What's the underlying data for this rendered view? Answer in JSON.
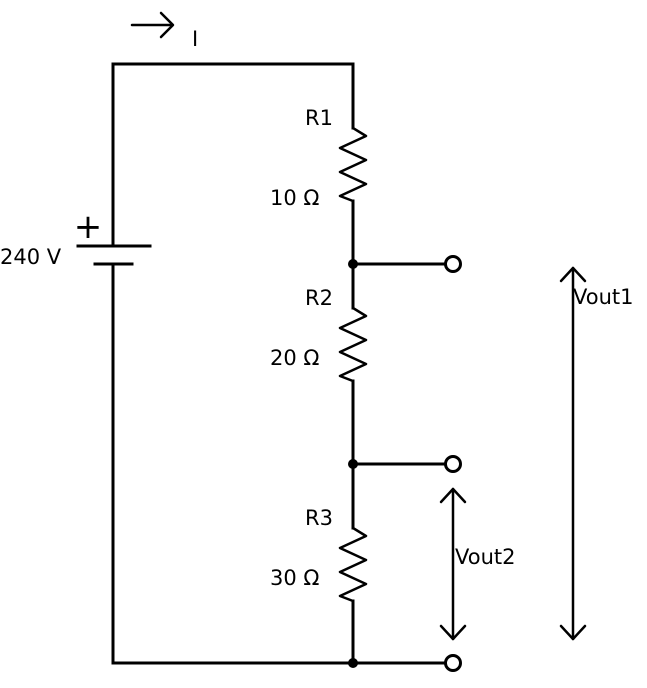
{
  "current": {
    "label": "I"
  },
  "source": {
    "voltage": "240 V",
    "polarity": "+"
  },
  "resistors": [
    {
      "name": "R1",
      "value": "10 Ω"
    },
    {
      "name": "R2",
      "value": "20 Ω"
    },
    {
      "name": "R3",
      "value": "30 Ω"
    }
  ],
  "outputs": {
    "vout1": "Vout1",
    "vout2": "Vout2"
  }
}
